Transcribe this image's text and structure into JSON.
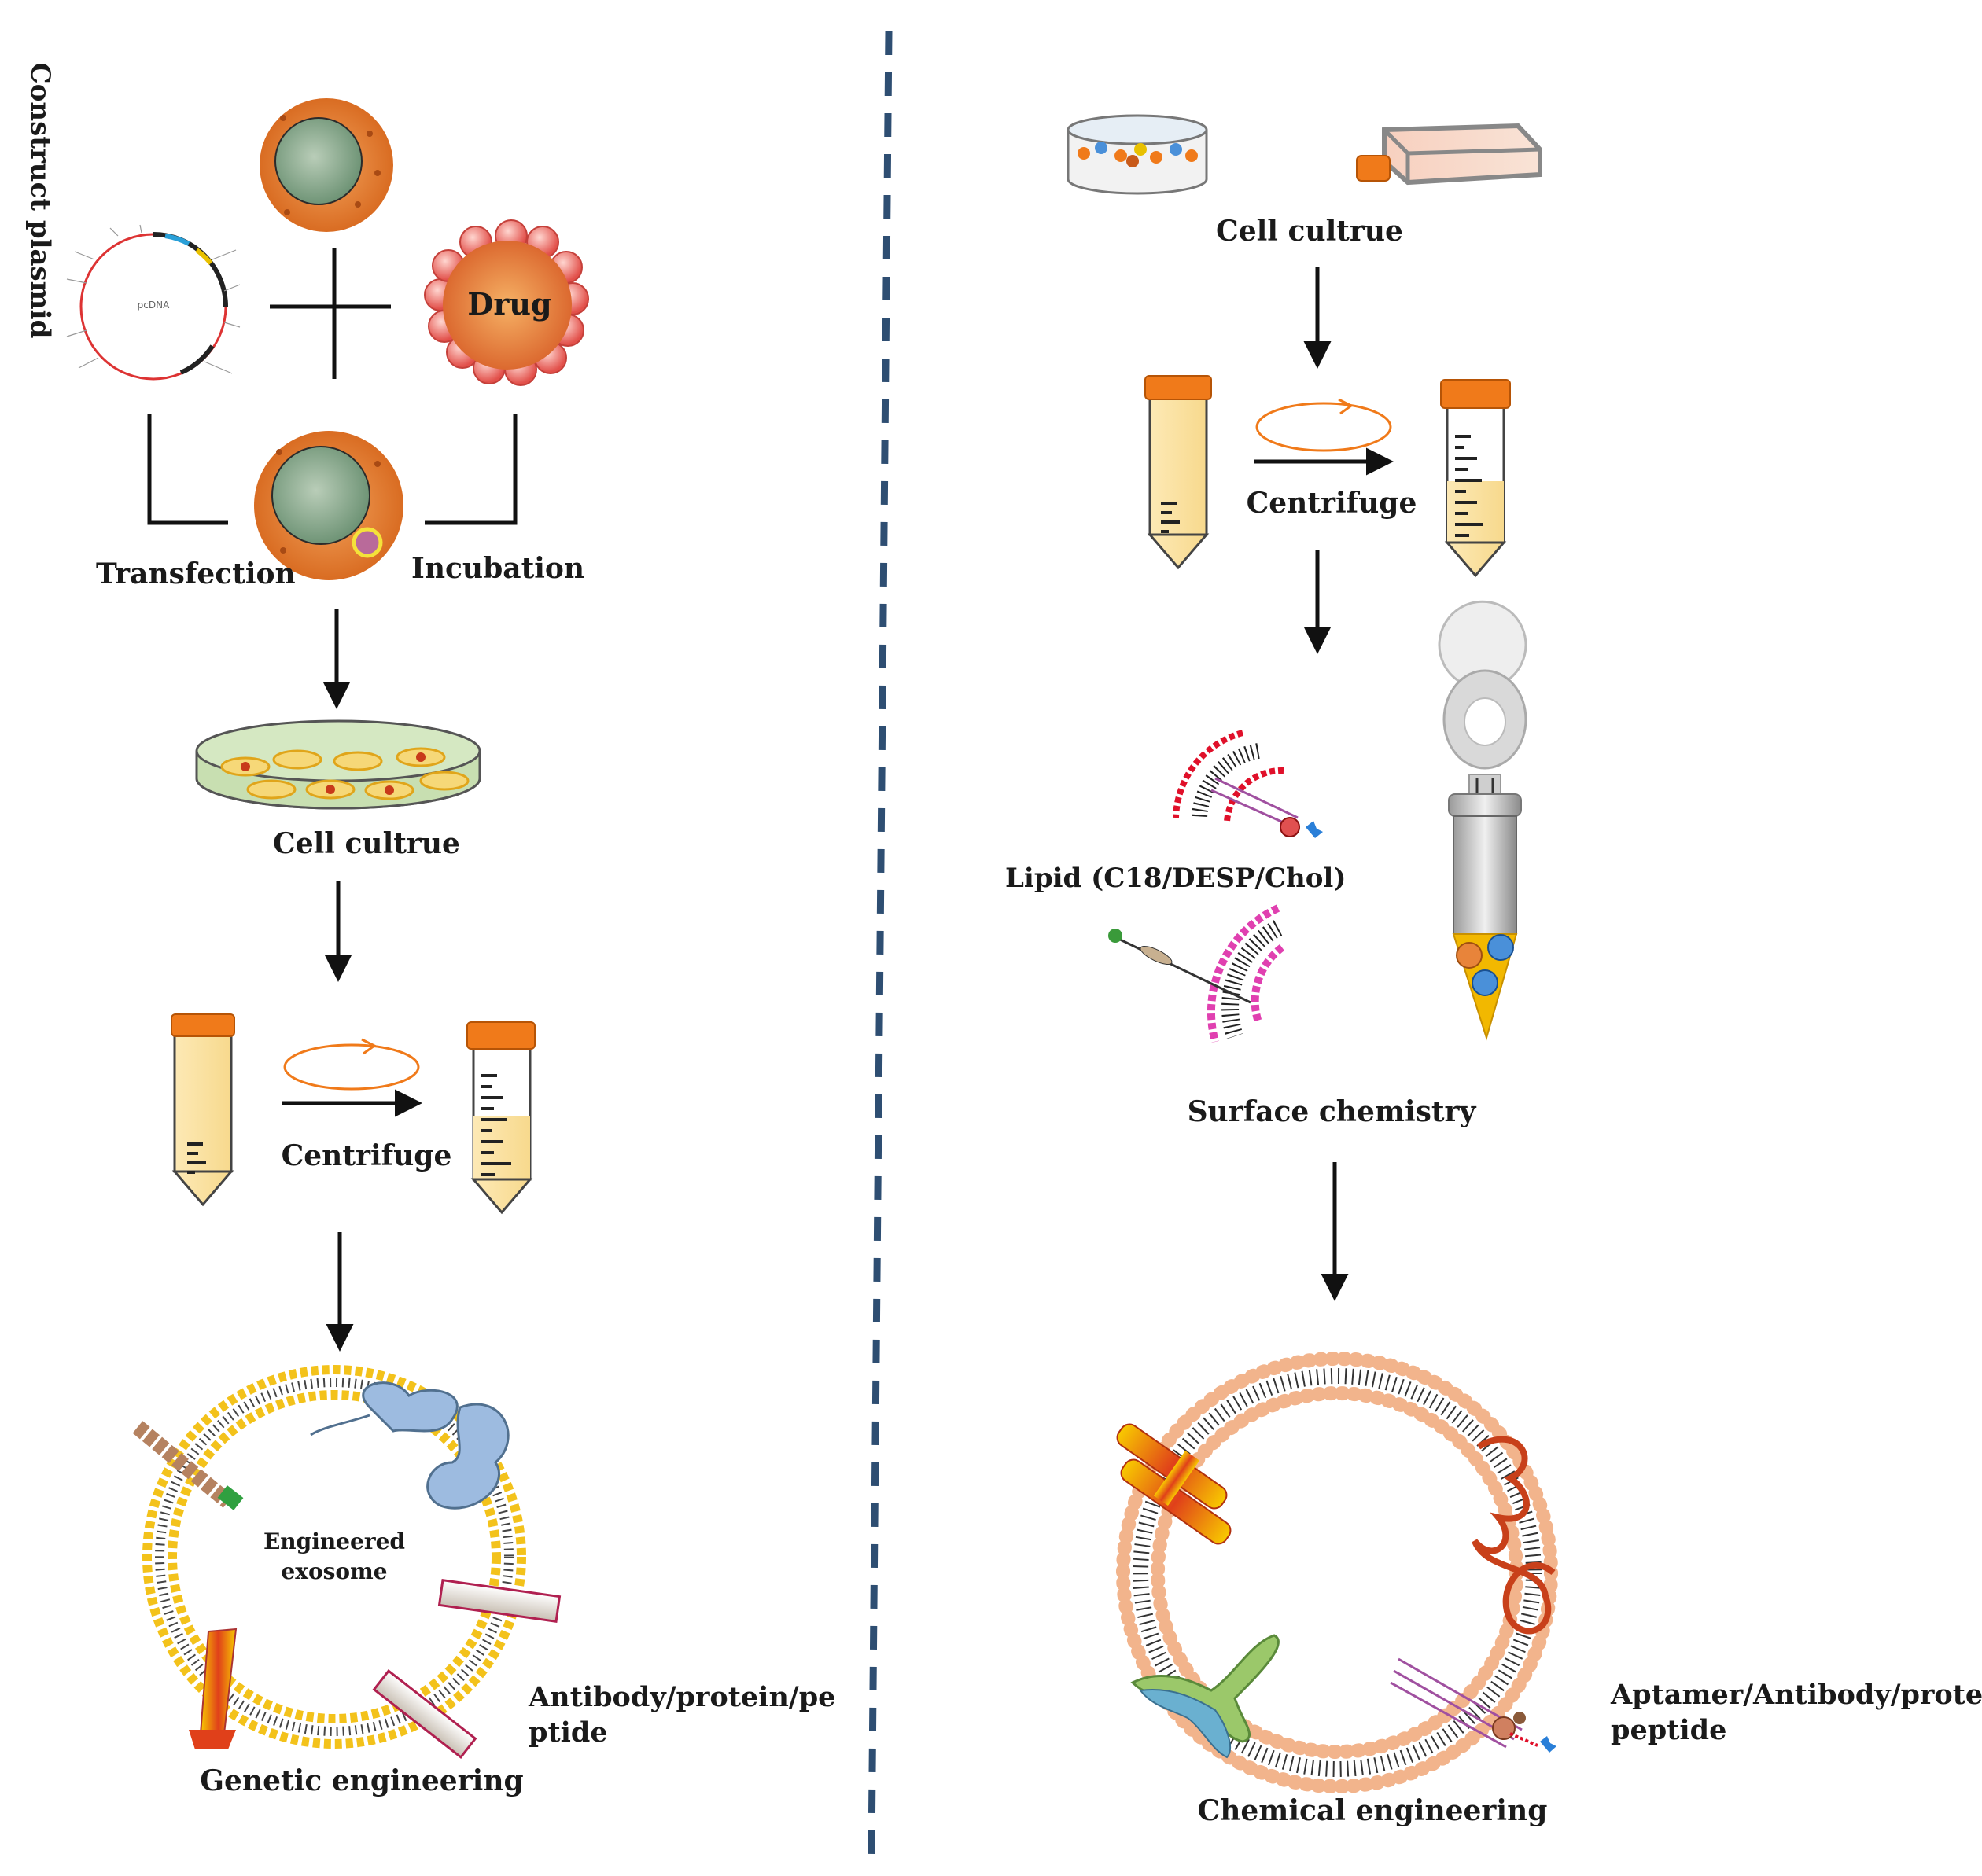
{
  "labels": {
    "construct_plasmid": "Construct plasmid",
    "drug": "Drug",
    "transfection": "Transfection",
    "incubation": "Incubation",
    "cell_culture_left": "Cell cultrue",
    "centrifuge_left": "Centrifuge",
    "engineered_exosome_line1": "Engineered",
    "engineered_exosome_line2": "exosome",
    "antibody_left_line1": "Antibody/protein/pe",
    "antibody_left_line2": "ptide",
    "genetic_engineering": "Genetic engineering",
    "cell_culture_right": "Cell cultrue",
    "centrifuge_right": "Centrifuge",
    "lipid": "Lipid  (C18/DESP/Chol)",
    "surface_chemistry": "Surface chemistry",
    "aptamer_line1": "Aptamer/Antibody/protein/",
    "aptamer_line2": "peptide",
    "chemical_engineering": "Chemical engineering"
  },
  "colors": {
    "cell_orange": "#e8843a",
    "nucleus_green": "#8fae94",
    "tube_cap": "#f07a1a",
    "tube_liquid": "#fce6a8",
    "membrane_yellow": "#f3c21b",
    "lipid_head_peach": "#f2b48c",
    "divider_blue": "#2e4e72",
    "protein_blue": "#9dbbe0"
  }
}
